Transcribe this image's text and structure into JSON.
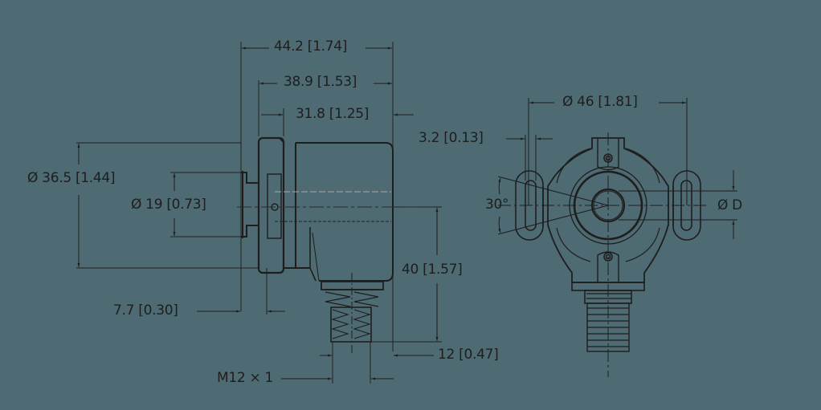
{
  "drawing": {
    "title": "Encoder dimensional drawing",
    "background_color": "#4e6a73",
    "line_color": "#1e1e1e",
    "units": "mm [in]",
    "side_view": {
      "dimensions": {
        "overall_length": "44.2 [1.74]",
        "body_length": "38.9 [1.53]",
        "housing_length": "31.8 [1.25]",
        "flange_diameter": "Ø 36.5 [1.44]",
        "hub_diameter": "Ø 19 [0.73]",
        "flange_thickness": "7.7 [0.30]",
        "axis_to_connector": "40 [1.57]",
        "connector_offset": "12 [0.47]",
        "connector_thread": "M12 × 1"
      }
    },
    "front_view": {
      "dimensions": {
        "mounting_circle": "Ø 46 [1.81]",
        "slot_width": "3.2 [0.13]",
        "slot_angle": "30°",
        "shaft_bore": "Ø D"
      }
    }
  }
}
